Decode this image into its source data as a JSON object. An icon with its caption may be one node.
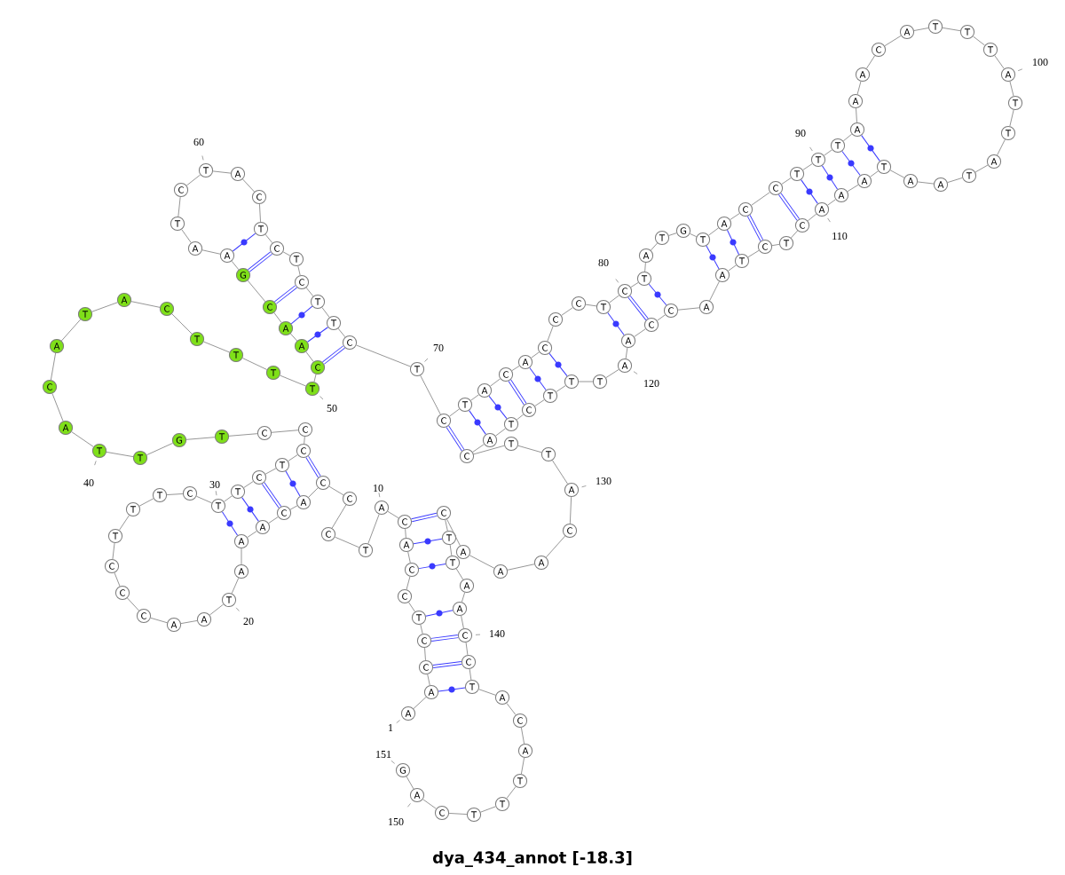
{
  "diagram": {
    "caption": "dya_434_annot [-18.3]",
    "nodes": [
      {
        "text": [
          "A"
        ],
        "beside": [
          "1"
        ]
      },
      {
        "text": [
          "A"
        ]
      },
      {
        "text": [
          "C"
        ]
      },
      {
        "text": [
          "C"
        ]
      },
      {
        "text": [
          "T"
        ]
      },
      {
        "text": [
          "C"
        ]
      },
      {
        "text": [
          "C"
        ]
      },
      {
        "text": [
          "A"
        ]
      },
      {
        "text": [
          "C"
        ]
      },
      {
        "text": [
          "A"
        ],
        "beside": [
          "10"
        ]
      },
      {
        "text": [
          "T"
        ]
      },
      {
        "text": [
          "C"
        ]
      },
      {
        "text": [
          "C"
        ]
      },
      {
        "text": [
          "C"
        ]
      },
      {
        "text": [
          "A"
        ]
      },
      {
        "text": [
          "C"
        ]
      },
      {
        "text": [
          "A"
        ]
      },
      {
        "text": [
          "A"
        ]
      },
      {
        "text": [
          "A"
        ]
      },
      {
        "text": [
          "T"
        ],
        "beside": [
          "20"
        ]
      },
      {
        "text": [
          "A"
        ]
      },
      {
        "text": [
          "A"
        ]
      },
      {
        "text": [
          "C"
        ]
      },
      {
        "text": [
          "C"
        ]
      },
      {
        "text": [
          "C"
        ]
      },
      {
        "text": [
          "T"
        ]
      },
      {
        "text": [
          "T"
        ]
      },
      {
        "text": [
          "T"
        ]
      },
      {
        "text": [
          "C"
        ]
      },
      {
        "text": [
          "T"
        ],
        "beside": [
          "30"
        ]
      },
      {
        "text": [
          "T"
        ]
      },
      {
        "text": [
          "C"
        ]
      },
      {
        "text": [
          "T"
        ]
      },
      {
        "text": [
          "C"
        ]
      },
      {
        "text": [
          "C"
        ]
      },
      {
        "text": [
          "C"
        ]
      },
      {
        "text": [
          "T"
        ]
      },
      {
        "text": [
          "G"
        ]
      },
      {
        "text": [
          "T"
        ]
      },
      {
        "text": [
          "T"
        ],
        "beside": [
          "40"
        ]
      },
      {
        "text": [
          "A"
        ]
      },
      {
        "text": [
          "C"
        ]
      },
      {
        "text": [
          "A"
        ]
      },
      {
        "text": [
          "T"
        ]
      },
      {
        "text": [
          "A"
        ]
      },
      {
        "text": [
          "C"
        ]
      },
      {
        "text": [
          "T"
        ]
      },
      {
        "text": [
          "T"
        ]
      },
      {
        "text": [
          "T"
        ]
      },
      {
        "text": [
          "T"
        ],
        "beside": [
          "50"
        ]
      },
      {
        "text": [
          "C"
        ]
      },
      {
        "text": [
          "A"
        ]
      },
      {
        "text": [
          "A"
        ]
      },
      {
        "text": [
          "C"
        ]
      },
      {
        "text": [
          "G"
        ]
      },
      {
        "text": [
          "A"
        ]
      },
      {
        "text": [
          "A"
        ]
      },
      {
        "text": [
          "T"
        ]
      },
      {
        "text": [
          "C"
        ]
      },
      {
        "text": [
          "T"
        ],
        "beside": [
          "60"
        ]
      },
      {
        "text": [
          "A"
        ]
      },
      {
        "text": [
          "C"
        ]
      },
      {
        "text": [
          "T"
        ]
      },
      {
        "text": [
          "C"
        ]
      },
      {
        "text": [
          "T"
        ]
      },
      {
        "text": [
          "C"
        ]
      },
      {
        "text": [
          "T"
        ]
      },
      {
        "text": [
          "T"
        ]
      },
      {
        "text": [
          "C"
        ]
      },
      {
        "text": [
          "T"
        ],
        "beside": [
          "70"
        ]
      },
      {
        "text": [
          "C"
        ]
      },
      {
        "text": [
          "T"
        ]
      },
      {
        "text": [
          "A"
        ]
      },
      {
        "text": [
          "C"
        ]
      },
      {
        "text": [
          "A"
        ]
      },
      {
        "text": [
          "C"
        ]
      },
      {
        "text": [
          "C"
        ]
      },
      {
        "text": [
          "C"
        ]
      },
      {
        "text": [
          "T"
        ]
      },
      {
        "text": [
          "C"
        ],
        "beside": [
          "80"
        ]
      },
      {
        "text": [
          "T"
        ]
      },
      {
        "text": [
          "A"
        ]
      },
      {
        "text": [
          "T"
        ]
      },
      {
        "text": [
          "G"
        ]
      },
      {
        "text": [
          "T"
        ]
      },
      {
        "text": [
          "A"
        ]
      },
      {
        "text": [
          "C"
        ]
      },
      {
        "text": [
          "C"
        ]
      },
      {
        "text": [
          "T"
        ]
      },
      {
        "text": [
          "T"
        ],
        "beside": [
          "90"
        ]
      },
      {
        "text": [
          "T"
        ]
      },
      {
        "text": [
          "A"
        ]
      },
      {
        "text": [
          "A"
        ]
      },
      {
        "text": [
          "A"
        ]
      },
      {
        "text": [
          "C"
        ]
      },
      {
        "text": [
          "A"
        ]
      },
      {
        "text": [
          "T"
        ]
      },
      {
        "text": [
          "T"
        ]
      },
      {
        "text": [
          "T"
        ]
      },
      {
        "text": [
          "A"
        ],
        "beside": [
          "100"
        ]
      },
      {
        "text": [
          "T"
        ]
      },
      {
        "text": [
          "T"
        ]
      },
      {
        "text": [
          "A"
        ]
      },
      {
        "text": [
          "T"
        ]
      },
      {
        "text": [
          "A"
        ]
      },
      {
        "text": [
          "A"
        ]
      },
      {
        "text": [
          "T"
        ]
      },
      {
        "text": [
          "A"
        ]
      },
      {
        "text": [
          "A"
        ]
      },
      {
        "text": [
          "A"
        ],
        "beside": [
          "110"
        ]
      },
      {
        "text": [
          "C"
        ]
      },
      {
        "text": [
          "T"
        ]
      },
      {
        "text": [
          "C"
        ]
      },
      {
        "text": [
          "T"
        ]
      },
      {
        "text": [
          "A"
        ]
      },
      {
        "text": [
          "A"
        ]
      },
      {
        "text": [
          "C"
        ]
      },
      {
        "text": [
          "C"
        ]
      },
      {
        "text": [
          "A"
        ]
      },
      {
        "text": [
          "A"
        ],
        "beside": [
          "120"
        ]
      },
      {
        "text": [
          "T"
        ]
      },
      {
        "text": [
          "T"
        ]
      },
      {
        "text": [
          "T"
        ]
      },
      {
        "text": [
          "C"
        ]
      },
      {
        "text": [
          "T"
        ]
      },
      {
        "text": [
          "A"
        ]
      },
      {
        "text": [
          "C"
        ]
      },
      {
        "text": [
          "T"
        ]
      },
      {
        "text": [
          "T"
        ]
      },
      {
        "text": [
          "A"
        ],
        "beside": [
          "130"
        ]
      },
      {
        "text": [
          "C"
        ]
      },
      {
        "text": [
          "A"
        ]
      },
      {
        "text": [
          "A"
        ]
      },
      {
        "text": [
          "A"
        ]
      },
      {
        "text": [
          "C"
        ]
      },
      {
        "text": [
          "T"
        ]
      },
      {
        "text": [
          "T"
        ]
      },
      {
        "text": [
          "A"
        ]
      },
      {
        "text": [
          "A"
        ]
      },
      {
        "text": [
          "C"
        ],
        "beside": [
          "140"
        ]
      },
      {
        "text": [
          "C"
        ]
      },
      {
        "text": [
          "T"
        ]
      },
      {
        "text": [
          "A"
        ]
      },
      {
        "text": [
          "C"
        ]
      },
      {
        "text": [
          "A"
        ]
      },
      {
        "text": [
          "T"
        ]
      },
      {
        "text": [
          "T"
        ]
      },
      {
        "text": [
          "T"
        ]
      },
      {
        "text": [
          "C"
        ]
      },
      {
        "text": [
          "A"
        ],
        "beside": [
          "150"
        ]
      },
      {
        "text": [
          "G"
        ],
        "beside": [
          "151"
        ]
      }
    ],
    "edges": [
      {
        "from": 0,
        "to": 1,
        "arrow": "none"
      },
      {
        "from": 1,
        "to": 2,
        "arrow": "none"
      },
      {
        "from": 2,
        "to": 3,
        "arrow": "none"
      },
      {
        "from": 3,
        "to": 4,
        "arrow": "none"
      },
      {
        "from": 4,
        "to": 5,
        "arrow": "none"
      },
      {
        "from": 5,
        "to": 6,
        "arrow": "none"
      },
      {
        "from": 6,
        "to": 7,
        "arrow": "none"
      },
      {
        "from": 7,
        "to": 8,
        "arrow": "none"
      },
      {
        "from": 8,
        "to": 9,
        "arrow": "none"
      },
      {
        "from": 9,
        "to": 10,
        "arrow": "none"
      },
      {
        "from": 10,
        "to": 11,
        "arrow": "none"
      },
      {
        "from": 11,
        "to": 12,
        "arrow": "none"
      },
      {
        "from": 12,
        "to": 13,
        "arrow": "none"
      },
      {
        "from": 13,
        "to": 14,
        "arrow": "none"
      },
      {
        "from": 14,
        "to": 15,
        "arrow": "none"
      },
      {
        "from": 15,
        "to": 16,
        "arrow": "none"
      },
      {
        "from": 16,
        "to": 17,
        "arrow": "none"
      },
      {
        "from": 17,
        "to": 18,
        "arrow": "none"
      },
      {
        "from": 18,
        "to": 19,
        "arrow": "none"
      },
      {
        "from": 19,
        "to": 20,
        "arrow": "none"
      },
      {
        "from": 20,
        "to": 21,
        "arrow": "none"
      },
      {
        "from": 21,
        "to": 22,
        "arrow": "none"
      },
      {
        "from": 22,
        "to": 23,
        "arrow": "none"
      },
      {
        "from": 23,
        "to": 24,
        "arrow": "none"
      },
      {
        "from": 24,
        "to": 25,
        "arrow": "none"
      },
      {
        "from": 25,
        "to": 26,
        "arrow": "none"
      },
      {
        "from": 26,
        "to": 27,
        "arrow": "none"
      },
      {
        "from": 27,
        "to": 28,
        "arrow": "none"
      },
      {
        "from": 28,
        "to": 29,
        "arrow": "none"
      },
      {
        "from": 29,
        "to": 30,
        "arrow": "none"
      },
      {
        "from": 30,
        "to": 31,
        "arrow": "none"
      },
      {
        "from": 31,
        "to": 32,
        "arrow": "none"
      },
      {
        "from": 32,
        "to": 33,
        "arrow": "none"
      },
      {
        "from": 33,
        "to": 34,
        "arrow": "none"
      },
      {
        "from": 34,
        "to": 35,
        "arrow": "none"
      },
      {
        "from": 35,
        "to": 36,
        "arrow": "none"
      },
      {
        "from": 36,
        "to": 37,
        "arrow": "none"
      },
      {
        "from": 37,
        "to": 38,
        "arrow": "none"
      },
      {
        "from": 38,
        "to": 39,
        "arrow": "none"
      },
      {
        "from": 39,
        "to": 40,
        "arrow": "none"
      },
      {
        "from": 40,
        "to": 41,
        "arrow": "none"
      },
      {
        "from": 41,
        "to": 42,
        "arrow": "none"
      },
      {
        "from": 42,
        "to": 43,
        "arrow": "none"
      },
      {
        "from": 43,
        "to": 44,
        "arrow": "none"
      },
      {
        "from": 44,
        "to": 45,
        "arrow": "none"
      },
      {
        "from": 45,
        "to": 46,
        "arrow": "none"
      },
      {
        "from": 46,
        "to": 47,
        "arrow": "none"
      },
      {
        "from": 47,
        "to": 48,
        "arrow": "none"
      },
      {
        "from": 48,
        "to": 49,
        "arrow": "none"
      },
      {
        "from": 49,
        "to": 50,
        "arrow": "none"
      },
      {
        "from": 50,
        "to": 51,
        "arrow": "none"
      },
      {
        "from": 51,
        "to": 52,
        "arrow": "none"
      },
      {
        "from": 52,
        "to": 53,
        "arrow": "none"
      },
      {
        "from": 53,
        "to": 54,
        "arrow": "none"
      },
      {
        "from": 54,
        "to": 55,
        "arrow": "none"
      },
      {
        "from": 55,
        "to": 56,
        "arrow": "none"
      },
      {
        "from": 56,
        "to": 57,
        "arrow": "none"
      },
      {
        "from": 57,
        "to": 58,
        "arrow": "none"
      },
      {
        "from": 58,
        "to": 59,
        "arrow": "none"
      },
      {
        "from": 59,
        "to": 60,
        "arrow": "none"
      },
      {
        "from": 60,
        "to": 61,
        "arrow": "none"
      },
      {
        "from": 61,
        "to": 62,
        "arrow": "none"
      },
      {
        "from": 62,
        "to": 63,
        "arrow": "none"
      },
      {
        "from": 63,
        "to": 64,
        "arrow": "none"
      },
      {
        "from": 64,
        "to": 65,
        "arrow": "none"
      },
      {
        "from": 65,
        "to": 66,
        "arrow": "none"
      },
      {
        "from": 66,
        "to": 67,
        "arrow": "none"
      },
      {
        "from": 67,
        "to": 68,
        "arrow": "none"
      },
      {
        "from": 68,
        "to": 69,
        "arrow": "none"
      },
      {
        "from": 69,
        "to": 70,
        "arrow": "none"
      },
      {
        "from": 70,
        "to": 71,
        "arrow": "none"
      },
      {
        "from": 71,
        "to": 72,
        "arrow": "none"
      },
      {
        "from": 72,
        "to": 73,
        "arrow": "none"
      },
      {
        "from": 73,
        "to": 74,
        "arrow": "none"
      },
      {
        "from": 74,
        "to": 75,
        "arrow": "none"
      },
      {
        "from": 75,
        "to": 76,
        "arrow": "none"
      },
      {
        "from": 76,
        "to": 77,
        "arrow": "none"
      },
      {
        "from": 77,
        "to": 78,
        "arrow": "none"
      },
      {
        "from": 78,
        "to": 79,
        "arrow": "none"
      },
      {
        "from": 79,
        "to": 80,
        "arrow": "none"
      },
      {
        "from": 80,
        "to": 81,
        "arrow": "none"
      },
      {
        "from": 81,
        "to": 82,
        "arrow": "none"
      },
      {
        "from": 82,
        "to": 83,
        "arrow": "none"
      },
      {
        "from": 83,
        "to": 84,
        "arrow": "none"
      },
      {
        "from": 84,
        "to": 85,
        "arrow": "none"
      },
      {
        "from": 85,
        "to": 86,
        "arrow": "none"
      },
      {
        "from": 86,
        "to": 87,
        "arrow": "none"
      },
      {
        "from": 87,
        "to": 88,
        "arrow": "none"
      },
      {
        "from": 88,
        "to": 89,
        "arrow": "none"
      },
      {
        "from": 89,
        "to": 90,
        "arrow": "none"
      },
      {
        "from": 90,
        "to": 91,
        "arrow": "none"
      },
      {
        "from": 91,
        "to": 92,
        "arrow": "none"
      },
      {
        "from": 92,
        "to": 93,
        "arrow": "none"
      },
      {
        "from": 93,
        "to": 94,
        "arrow": "none"
      },
      {
        "from": 94,
        "to": 95,
        "arrow": "none"
      },
      {
        "from": 95,
        "to": 96,
        "arrow": "none"
      },
      {
        "from": 96,
        "to": 97,
        "arrow": "none"
      },
      {
        "from": 97,
        "to": 98,
        "arrow": "none"
      },
      {
        "from": 98,
        "to": 99,
        "arrow": "none"
      },
      {
        "from": 99,
        "to": 100,
        "arrow": "none"
      },
      {
        "from": 100,
        "to": 101,
        "arrow": "none"
      },
      {
        "from": 101,
        "to": 102,
        "arrow": "none"
      },
      {
        "from": 102,
        "to": 103,
        "arrow": "none"
      },
      {
        "from": 103,
        "to": 104,
        "arrow": "none"
      },
      {
        "from": 104,
        "to": 105,
        "arrow": "none"
      },
      {
        "from": 105,
        "to": 106,
        "arrow": "none"
      },
      {
        "from": 106,
        "to": 107,
        "arrow": "none"
      },
      {
        "from": 107,
        "to": 108,
        "arrow": "none"
      },
      {
        "from": 108,
        "to": 109,
        "arrow": "none"
      },
      {
        "from": 109,
        "to": 110,
        "arrow": "none"
      },
      {
        "from": 110,
        "to": 111,
        "arrow": "none"
      },
      {
        "from": 111,
        "to": 112,
        "arrow": "none"
      },
      {
        "from": 112,
        "to": 113,
        "arrow": "none"
      },
      {
        "from": 113,
        "to": 114,
        "arrow": "none"
      },
      {
        "from": 114,
        "to": 115,
        "arrow": "none"
      },
      {
        "from": 115,
        "to": 116,
        "arrow": "none"
      },
      {
        "from": 116,
        "to": 117,
        "arrow": "none"
      },
      {
        "from": 117,
        "to": 118,
        "arrow": "none"
      },
      {
        "from": 118,
        "to": 119,
        "arrow": "none"
      },
      {
        "from": 119,
        "to": 120,
        "arrow": "none"
      },
      {
        "from": 120,
        "to": 121,
        "arrow": "none"
      },
      {
        "from": 121,
        "to": 122,
        "arrow": "none"
      },
      {
        "from": 122,
        "to": 123,
        "arrow": "none"
      },
      {
        "from": 123,
        "to": 124,
        "arrow": "none"
      },
      {
        "from": 124,
        "to": 125,
        "arrow": "none"
      },
      {
        "from": 125,
        "to": 126,
        "arrow": "none"
      },
      {
        "from": 126,
        "to": 127,
        "arrow": "none"
      },
      {
        "from": 127,
        "to": 128,
        "arrow": "none"
      },
      {
        "from": 128,
        "to": 129,
        "arrow": "none"
      },
      {
        "from": 129,
        "to": 130,
        "arrow": "none"
      },
      {
        "from": 130,
        "to": 131,
        "arrow": "none"
      },
      {
        "from": 131,
        "to": 132,
        "arrow": "none"
      },
      {
        "from": 132,
        "to": 133,
        "arrow": "none"
      },
      {
        "from": 133,
        "to": 134,
        "arrow": "none"
      },
      {
        "from": 134,
        "to": 135,
        "arrow": "none"
      },
      {
        "from": 135,
        "to": 136,
        "arrow": "none"
      },
      {
        "from": 136,
        "to": 137,
        "arrow": "none"
      },
      {
        "from": 137,
        "to": 138,
        "arrow": "none"
      },
      {
        "from": 138,
        "to": 139,
        "arrow": "none"
      },
      {
        "from": 139,
        "to": 140,
        "arrow": "none"
      },
      {
        "from": 140,
        "to": 141,
        "arrow": "none"
      },
      {
        "from": 141,
        "to": 142,
        "arrow": "none"
      },
      {
        "from": 142,
        "to": 143,
        "arrow": "none"
      },
      {
        "from": 143,
        "to": 144,
        "arrow": "none"
      },
      {
        "from": 144,
        "to": 145,
        "arrow": "none"
      },
      {
        "from": 145,
        "to": 146,
        "arrow": "none"
      },
      {
        "from": 146,
        "to": 147,
        "arrow": "none"
      },
      {
        "from": 147,
        "to": 148,
        "arrow": "none"
      },
      {
        "from": 148,
        "to": 149,
        "arrow": "none"
      },
      {
        "from": 149,
        "to": 150,
        "arrow": "none"
      },
      {
        "from": 1,
        "to": 141,
        "arrow": "none",
        "color": "#3a3aff"
      },
      {
        "from": 2,
        "to": 140,
        "arrow": "none",
        "color": "#3a3aff",
        "style": "thick"
      },
      {
        "from": 3,
        "to": 139,
        "arrow": "none",
        "color": "#3a3aff",
        "style": "thick"
      },
      {
        "from": 4,
        "to": 138,
        "arrow": "none",
        "color": "#3a3aff"
      },
      {
        "from": 6,
        "to": 136,
        "arrow": "none",
        "color": "#3a3aff"
      },
      {
        "from": 7,
        "to": 135,
        "arrow": "none",
        "color": "#3a3aff"
      },
      {
        "from": 8,
        "to": 134,
        "arrow": "none",
        "color": "#3a3aff",
        "style": "thick"
      },
      {
        "from": 13,
        "to": 33,
        "arrow": "none",
        "color": "#3a3aff",
        "style": "thick"
      },
      {
        "from": 14,
        "to": 32,
        "arrow": "none",
        "color": "#3a3aff"
      },
      {
        "from": 15,
        "to": 31,
        "arrow": "none",
        "color": "#3a3aff",
        "style": "thick"
      },
      {
        "from": 16,
        "to": 30,
        "arrow": "none",
        "color": "#3a3aff"
      },
      {
        "from": 17,
        "to": 29,
        "arrow": "none",
        "color": "#3a3aff"
      },
      {
        "from": 50,
        "to": 68,
        "arrow": "none",
        "color": "#3a3aff",
        "style": "thick"
      },
      {
        "from": 51,
        "to": 67,
        "arrow": "none",
        "color": "#3a3aff"
      },
      {
        "from": 52,
        "to": 66,
        "arrow": "none",
        "color": "#3a3aff"
      },
      {
        "from": 53,
        "to": 65,
        "arrow": "none",
        "color": "#3a3aff",
        "style": "thick"
      },
      {
        "from": 54,
        "to": 63,
        "arrow": "none",
        "color": "#3a3aff",
        "style": "thick"
      },
      {
        "from": 55,
        "to": 62,
        "arrow": "none",
        "color": "#3a3aff"
      },
      {
        "from": 70,
        "to": 126,
        "arrow": "none",
        "color": "#3a3aff",
        "style": "thick"
      },
      {
        "from": 71,
        "to": 125,
        "arrow": "none",
        "color": "#3a3aff"
      },
      {
        "from": 72,
        "to": 124,
        "arrow": "none",
        "color": "#3a3aff"
      },
      {
        "from": 73,
        "to": 123,
        "arrow": "none",
        "color": "#3a3aff",
        "style": "thick"
      },
      {
        "from": 74,
        "to": 122,
        "arrow": "none",
        "color": "#3a3aff"
      },
      {
        "from": 75,
        "to": 121,
        "arrow": "none",
        "color": "#3a3aff"
      },
      {
        "from": 78,
        "to": 118,
        "arrow": "none",
        "color": "#3a3aff"
      },
      {
        "from": 79,
        "to": 117,
        "arrow": "none",
        "color": "#3a3aff",
        "style": "thick"
      },
      {
        "from": 80,
        "to": 116,
        "arrow": "none",
        "color": "#3a3aff"
      },
      {
        "from": 84,
        "to": 114,
        "arrow": "none",
        "color": "#3a3aff"
      },
      {
        "from": 85,
        "to": 113,
        "arrow": "none",
        "color": "#3a3aff"
      },
      {
        "from": 86,
        "to": 112,
        "arrow": "none",
        "color": "#3a3aff",
        "style": "thick"
      },
      {
        "from": 87,
        "to": 110,
        "arrow": "none",
        "color": "#3a3aff",
        "style": "thick"
      },
      {
        "from": 88,
        "to": 109,
        "arrow": "none",
        "color": "#3a3aff"
      },
      {
        "from": 89,
        "to": 108,
        "arrow": "none",
        "color": "#3a3aff"
      },
      {
        "from": 90,
        "to": 107,
        "arrow": "none",
        "color": "#3a3aff"
      },
      {
        "from": 91,
        "to": 106,
        "arrow": "none",
        "color": "#3a3aff"
      }
    ]
  }
}
